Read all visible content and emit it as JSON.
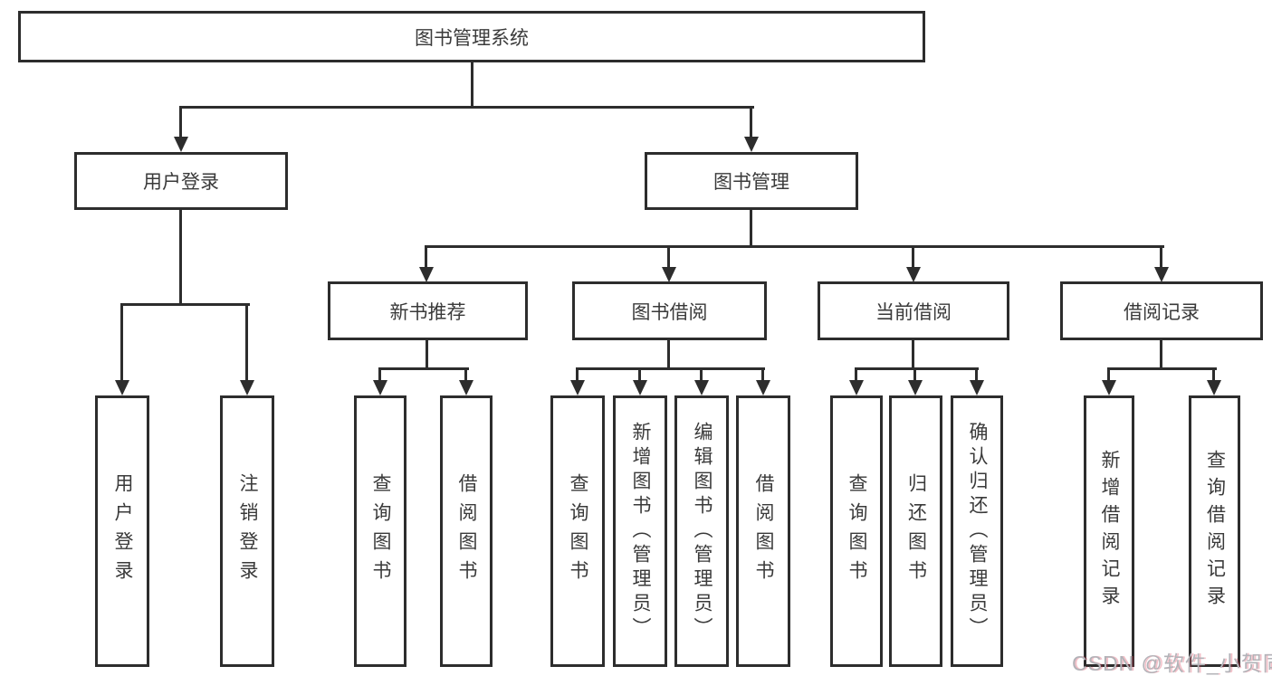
{
  "diagram_title": "图书管理系统",
  "nodes": {
    "root": "图书管理系统",
    "user_login": "用户登录",
    "book_mgmt": "图书管理",
    "new_book_rec": "新书推荐",
    "book_borrow": "图书借阅",
    "current_borrow": "当前借阅",
    "borrow_records": "借阅记录",
    "user_login_leaf": "用户登录",
    "logout": "注销登录",
    "query_book_a": "查询图书",
    "borrow_book_a": "借阅图书",
    "query_book_b": "查询图书",
    "add_book_admin": "新增图书（管理员）",
    "edit_book_admin": "编辑图书（管理员）",
    "borrow_book_b": "借阅图书",
    "query_book_c": "查询图书",
    "return_book": "归还图书",
    "confirm_return_admin": "确认归还（管理员）",
    "add_borrow_record": "新增借阅记录",
    "query_borrow_record": "查询借阅记录"
  },
  "hierarchy": {
    "图书管理系统": {
      "用户登录": [
        "用户登录",
        "注销登录"
      ],
      "图书管理": {
        "新书推荐": [
          "查询图书",
          "借阅图书"
        ],
        "图书借阅": [
          "查询图书",
          "新增图书（管理员）",
          "编辑图书（管理员）",
          "借阅图书"
        ],
        "当前借阅": [
          "查询图书",
          "归还图书",
          "确认归还（管理员）"
        ],
        "借阅记录": [
          "新增借阅记录",
          "查询借阅记录"
        ]
      }
    }
  },
  "watermark": "CSDN @软件_小贺同学",
  "colors": {
    "line": "#2d2d2d",
    "text": "#3a3a3a",
    "box_bg": "#ffffff",
    "background": "#ffffff",
    "watermark": "#b3b3b8",
    "watermark_fringe": "#d83048"
  }
}
